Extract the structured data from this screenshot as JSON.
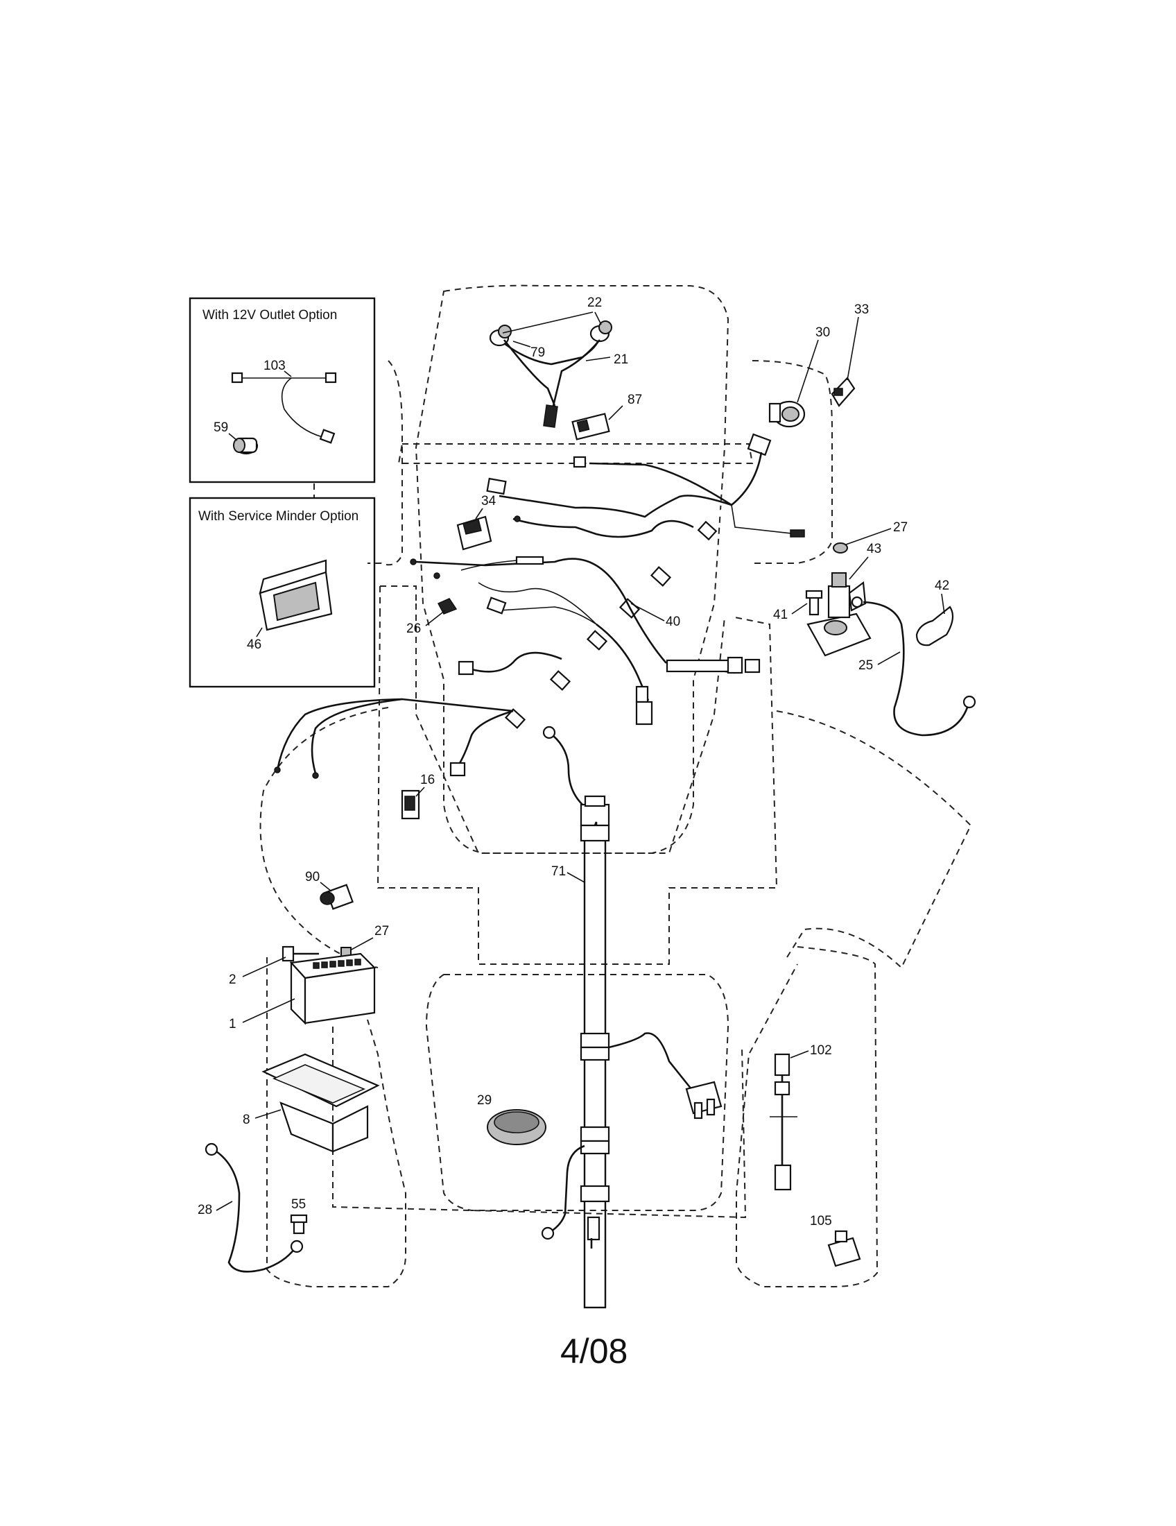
{
  "options": {
    "outlet_box_title": "With 12V Outlet Option",
    "service_box_title": "With Service Minder Option"
  },
  "labels": {
    "p1": "1",
    "p2": "2",
    "p8": "8",
    "p16": "16",
    "p21": "21",
    "p22": "22",
    "p25": "25",
    "p26": "26",
    "p27a": "27",
    "p27b": "27",
    "p28": "28",
    "p29": "29",
    "p30": "30",
    "p33": "33",
    "p34": "34",
    "p40": "40",
    "p41": "41",
    "p42": "42",
    "p43": "43",
    "p46": "46",
    "p55": "55",
    "p59": "59",
    "p71": "71",
    "p79": "79",
    "p87": "87",
    "p90": "90",
    "p102": "102",
    "p103": "103",
    "p105": "105"
  },
  "footer": {
    "date": "4/08"
  }
}
